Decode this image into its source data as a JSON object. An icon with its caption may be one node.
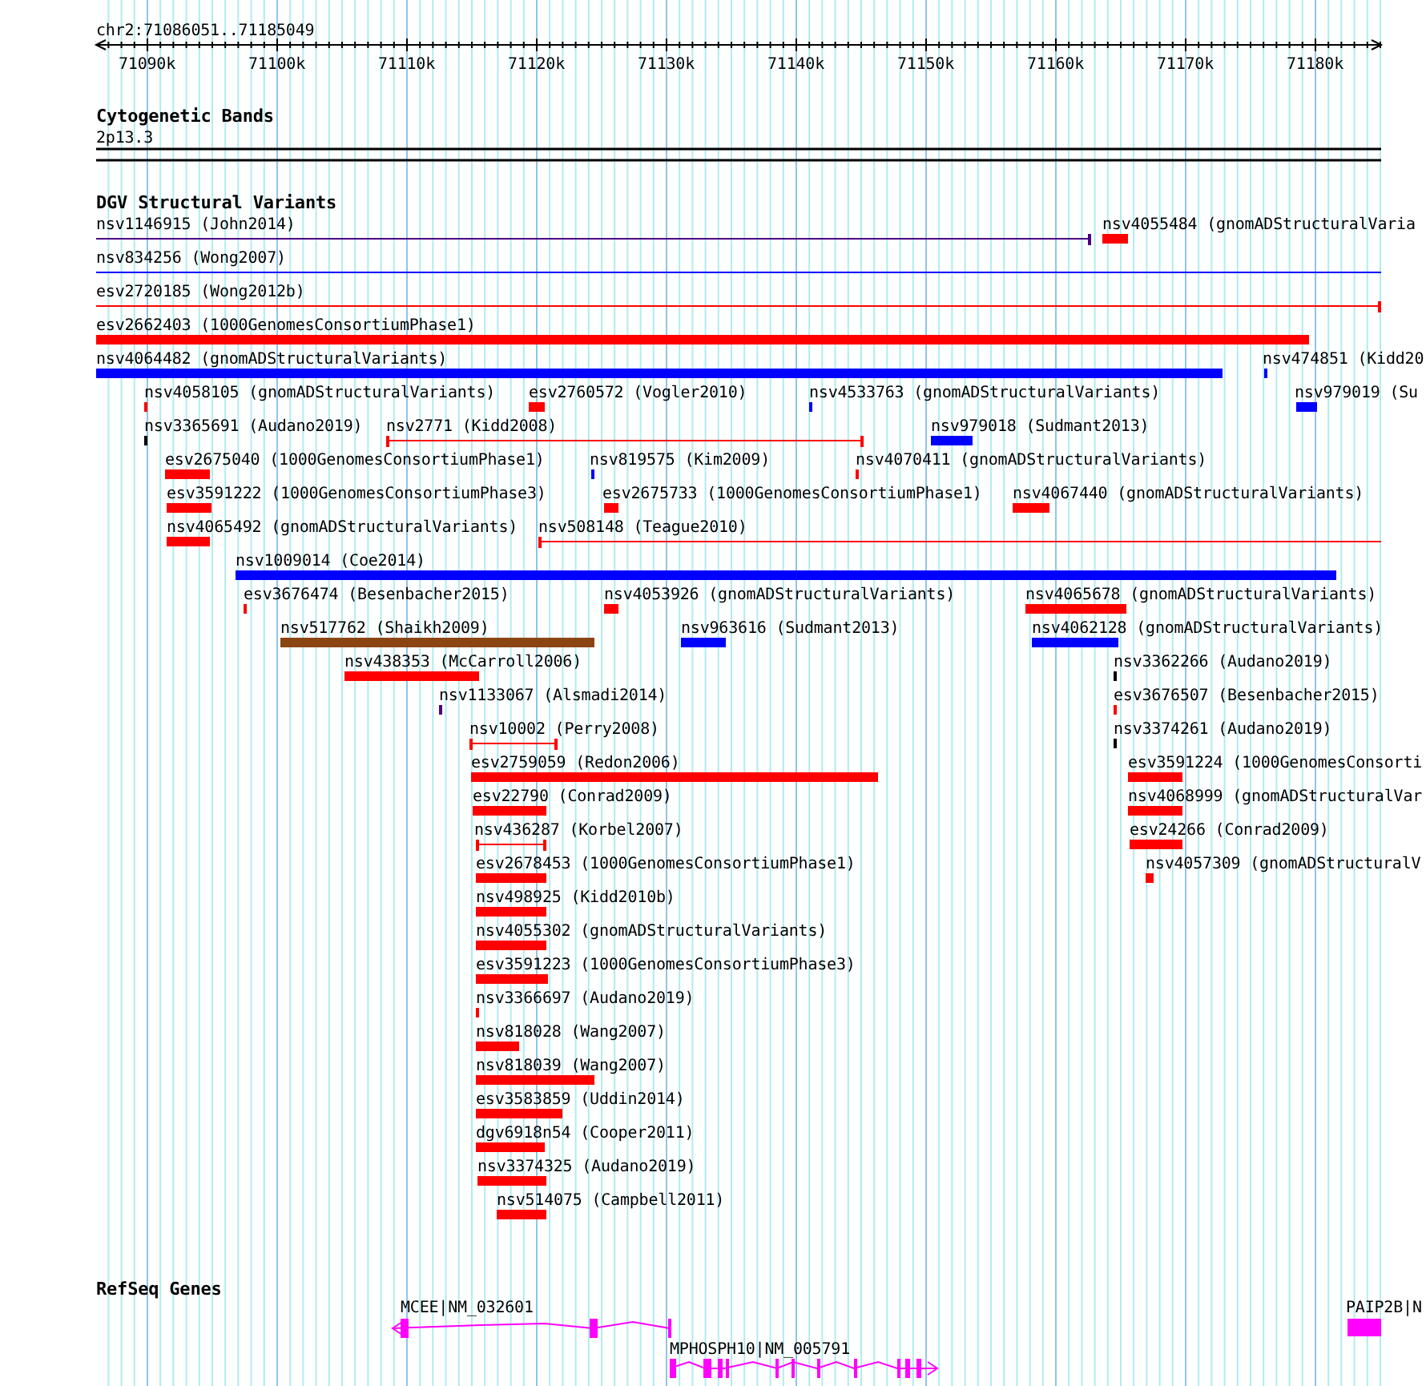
{
  "diagram": {
    "labels": [
      "chr2:71086051..71185049",
      "71090k",
      "71100k",
      "71110k",
      "71120k",
      "71130k",
      "71140k",
      "71150k",
      "71160k",
      "71170k",
      "71180k",
      "Cytogenetic Bands",
      "2p13.3",
      "DGV Structural Variants",
      "nsv1146915 (John2014)",
      "nsv4055484 (gnomADStructuralVaria",
      "nsv834256 (Wong2007)",
      "esv2720185 (Wong2012b)",
      "esv2662403 (1000GenomesConsortiumPhase1)",
      "nsv4064482 (gnomADStructuralVariants)",
      "nsv474851 (Kidd20",
      "nsv4058105 (gnomADStructuralVariants)",
      "esv2760572 (Vogler2010)",
      "nsv4533763 (gnomADStructuralVariants)",
      "nsv979019 (Su",
      "nsv3365691 (Audano2019)",
      "nsv2771 (Kidd2008)",
      "nsv979018 (Sudmant2013)",
      "esv2675040 (1000GenomesConsortiumPhase1)",
      "nsv819575 (Kim2009)",
      "nsv4070411 (gnomADStructuralVariants)",
      "esv3591222 (1000GenomesConsortiumPhase3)",
      "esv2675733 (1000GenomesConsortiumPhase1)",
      "nsv4067440 (gnomADStructuralVariants)",
      "nsv4065492 (gnomADStructuralVariants)",
      "nsv508148 (Teague2010)",
      "nsv1009014 (Coe2014)",
      "esv3676474 (Besenbacher2015)",
      "nsv4053926 (gnomADStructuralVariants)",
      "nsv4065678 (gnomADStructuralVariants)",
      "nsv517762 (Shaikh2009)",
      "nsv963616 (Sudmant2013)",
      "nsv4062128 (gnomADStructuralVariants)",
      "nsv438353 (McCarroll2006)",
      "nsv3362266 (Audano2019)",
      "nsv1133067 (Alsmadi2014)",
      "esv3676507 (Besenbacher2015)",
      "nsv10002 (Perry2008)",
      "nsv3374261 (Audano2019)",
      "esv2759059 (Redon2006)",
      "esv3591224 (1000GenomesConsorti",
      "esv22790 (Conrad2009)",
      "nsv4068999 (gnomADStructuralVar",
      "nsv436287 (Korbel2007)",
      "esv24266 (Conrad2009)",
      "esv2678453 (1000GenomesConsortiumPhase1)",
      "nsv4057309 (gnomADStructuralV",
      "nsv498925 (Kidd2010b)",
      "nsv4055302 (gnomADStructuralVariants)",
      "esv3591223 (1000GenomesConsortiumPhase3)",
      "nsv3366697 (Audano2019)",
      "nsv818028 (Wang2007)",
      "nsv818039 (Wang2007)",
      "esv3583859 (Uddin2014)",
      "dgv6918n54 (Cooper2011)",
      "nsv3374325 (Audano2019)",
      "nsv514075 (Campbell2011)",
      "RefSeq Genes",
      "MCEE|NM_032601",
      "PAIP2B|N",
      "MPHOSPH10|NM_005791"
    ]
  }
}
